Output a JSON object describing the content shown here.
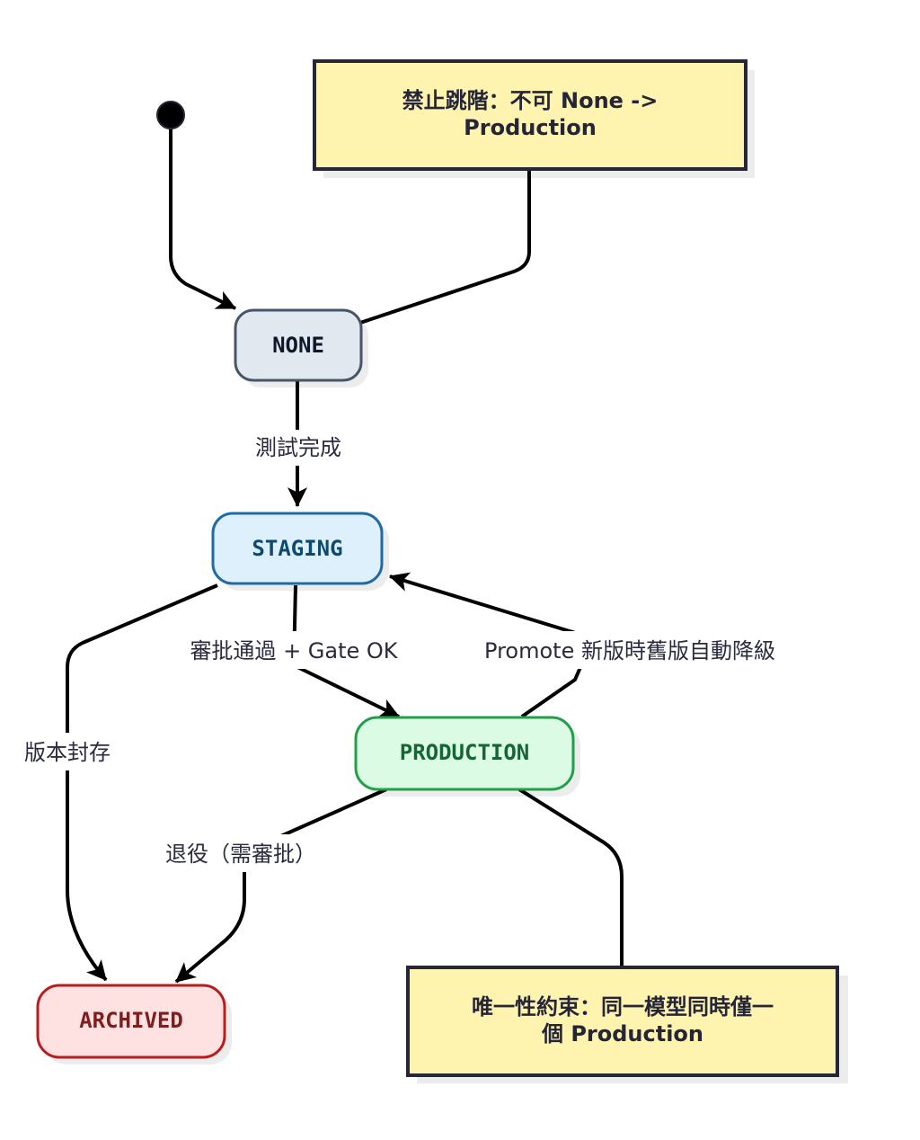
{
  "diagram": {
    "type": "state-diagram",
    "start": {
      "name": "initial-state"
    },
    "states": [
      {
        "id": "none",
        "label": "NONE",
        "fill": "#e2e8f0",
        "stroke": "#475569",
        "text_color": "#0f172a"
      },
      {
        "id": "staging",
        "label": "STAGING",
        "fill": "#dff0fd",
        "stroke": "#1e6ba6",
        "text_color": "#0c4a6e"
      },
      {
        "id": "production",
        "label": "PRODUCTION",
        "fill": "#dbfbe5",
        "stroke": "#22a049",
        "text_color": "#166534"
      },
      {
        "id": "archived",
        "label": "ARCHIVED",
        "fill": "#fee2e2",
        "stroke": "#b91c1c",
        "text_color": "#7f1d1d"
      }
    ],
    "transitions": [
      {
        "from": "start",
        "to": "none",
        "label": ""
      },
      {
        "from": "none",
        "to": "staging",
        "label": "測試完成"
      },
      {
        "from": "staging",
        "to": "production",
        "label": "審批通過 + Gate OK"
      },
      {
        "from": "production",
        "to": "staging",
        "label": "Promote 新版時舊版自動降級"
      },
      {
        "from": "staging",
        "to": "archived",
        "label": "版本封存"
      },
      {
        "from": "production",
        "to": "archived",
        "label": "退役（需審批）"
      }
    ],
    "notes": [
      {
        "id": "note-none",
        "attached_to": "none",
        "lines": [
          "禁止跳階：不可 None ->",
          "Production"
        ],
        "fill": "#fff3b0",
        "stroke": "#26263a"
      },
      {
        "id": "note-production",
        "attached_to": "production",
        "lines": [
          "唯一性約束：同一模型同時僅一",
          "個 Production"
        ],
        "fill": "#fff3b0",
        "stroke": "#26263a"
      }
    ]
  }
}
